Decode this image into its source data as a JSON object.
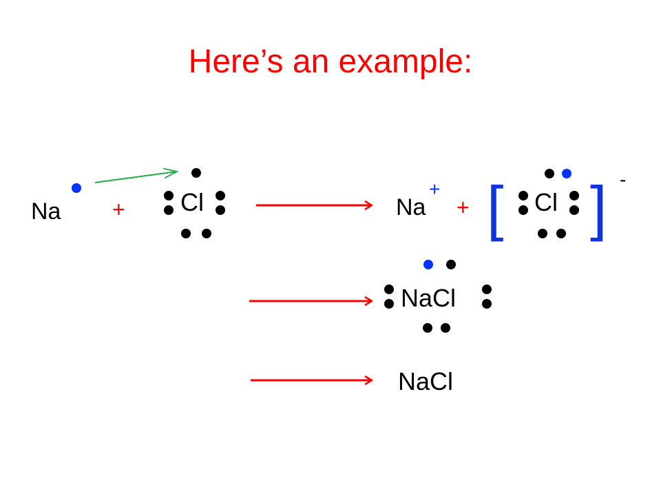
{
  "slide": {
    "title": "Here’s an example:"
  },
  "colors": {
    "title": "#ff0000",
    "text": "#000000",
    "electron_black": "#000000",
    "electron_blue": "#0033ff",
    "operator_plus": "#ff0000",
    "reaction_arrow": "#ff0000",
    "transfer_arrow": "#22aa44",
    "bracket": "#1133dd"
  },
  "diagram": {
    "reactant_sodium": "Na",
    "plus_1": "+",
    "reactant_chlorine": "Cl",
    "product_sodium_ion": "Na",
    "sodium_charge": "+",
    "plus_2": "+",
    "product_chloride_ion": "Cl",
    "bracket_left": "[",
    "bracket_right": "]",
    "chloride_charge": "-",
    "lewis_compound": "NaCl",
    "final_compound": "NaCl"
  }
}
